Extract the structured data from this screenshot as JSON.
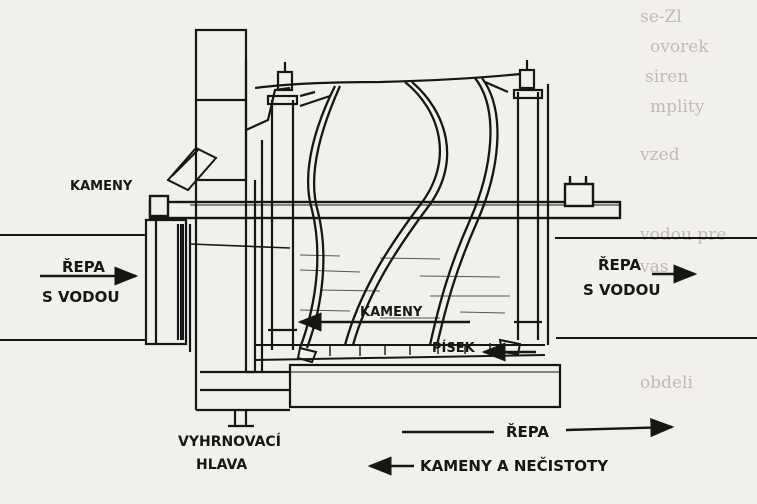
{
  "labels": {
    "stones": "KAMENY",
    "beet_in_line1": "ŘEPA",
    "beet_in_line2": "S VODOU",
    "beet_out_line1": "ŘEPA",
    "beet_out_line2": "S VODOU",
    "stones_inner": "KAMENY",
    "sand": "PÍSEK",
    "head_line1": "VYHRNOVACÍ",
    "head_line2": "HLAVA",
    "legend_beet": "ŘEPA",
    "legend_stones_dirt": "KAMENY A NEČISTOTY"
  },
  "colors": {
    "ink": "#161616",
    "paper": "#f1f0ec",
    "bleed_text": "#b9b6ae"
  }
}
